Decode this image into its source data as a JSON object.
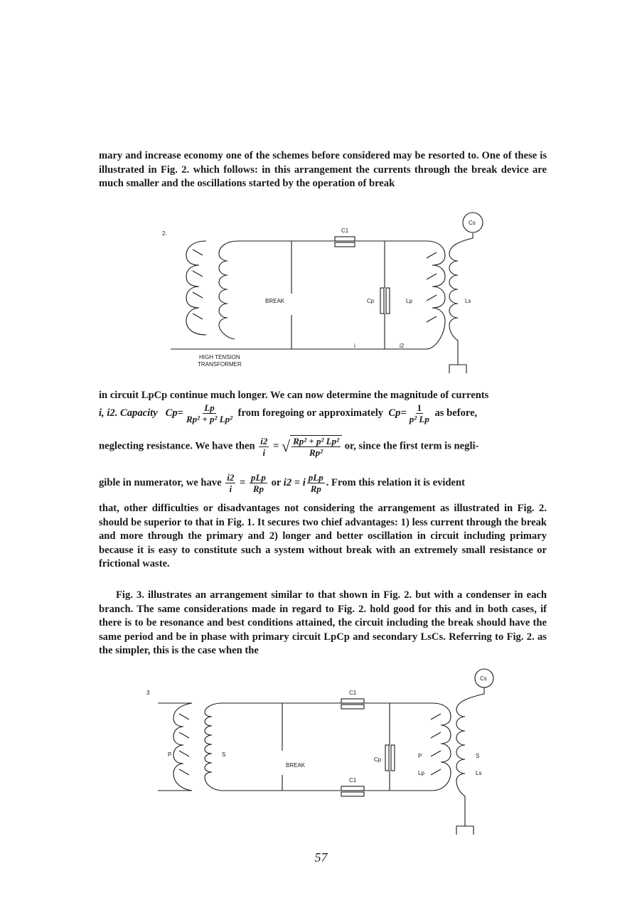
{
  "text": {
    "para1": "mary and increase economy one of the schemes before considered may be resorted to. One of these is illustrated in Fig. 2. which follows: in this arrangement the currents through the break device are much smaller and the oscillations started by the operation of break",
    "para2_line1": "in circuit LpCp continue much longer. We can now determine the magnitude of currents",
    "eq_line_a": "i, i2. Capacity",
    "eq_cp": "Cp=",
    "eq_frac1_num": "Lp",
    "eq_frac1_den": "Rp² + p² Lp²",
    "eq_mid_a": "from foregoing or approximately",
    "eq_cp2": "Cp=",
    "eq_frac2_num": "1",
    "eq_frac2_den": "p² Lp",
    "eq_tail_a": "as before,",
    "eq_line_b_start": "neglecting resistance. We have then",
    "eq_frac3_num": "i2",
    "eq_frac3_den": "i",
    "eq_eq": "=",
    "eq_sqrt_num": "Rp² + p² Lp²",
    "eq_sqrt_den": "Rp²",
    "eq_line_b_end": "or, since the first term is negli-",
    "eq_line_c_start": "gible in numerator, we have",
    "eq_frac4_num": "i2",
    "eq_frac4_den": "i",
    "eq_eq2": "=",
    "eq_frac5_num": "pLp",
    "eq_frac5_den": "Rp",
    "eq_or": "or",
    "eq_i2": "i2 = i",
    "eq_frac6_num": "pLp",
    "eq_frac6_den": "Rp",
    "eq_line_c_end": ". From this relation it is evident",
    "para3": "that, other difficulties or disadvantages not considering the arrangement as illustrated in Fig. 2. should be superior to that in Fig. 1. It secures two chief advantages: 1) less current through the break and more through the primary and 2) longer and better oscillation in circuit including primary because it is easy to constitute such a system without break with an extremely small resistance or frictional waste.",
    "para4": "Fig. 3. illustrates an arrangement similar to that shown in Fig. 2. but with a condenser in each branch. The same considerations made in regard to Fig. 2. hold good for this and in both cases, if there is to be resonance and best conditions attained, the circuit including the break should have the same period and be in phase with primary circuit LpCp and secondary LsCs. Referring to Fig. 2. as the simpler, this is the case when the",
    "page_number": "57"
  },
  "fig2": {
    "number": "2.",
    "c1": "C1",
    "cs": "Cs",
    "break": "BREAK",
    "cp": "Cp",
    "lp": "Lp",
    "ls": "Ls",
    "i": "i",
    "i2": "i2",
    "transformer_line1": "HIGH TENSION",
    "transformer_line2": "TRANSFORMER"
  },
  "fig3": {
    "number": "3",
    "c1_top": "C1",
    "c1_bottom": "C1",
    "cs": "Cs",
    "break": "BREAK",
    "p_left": "P",
    "s_left": "S",
    "cp": "Cp",
    "p_right": "P",
    "lp": "Lp",
    "s_right": "S",
    "ls": "Ls"
  }
}
